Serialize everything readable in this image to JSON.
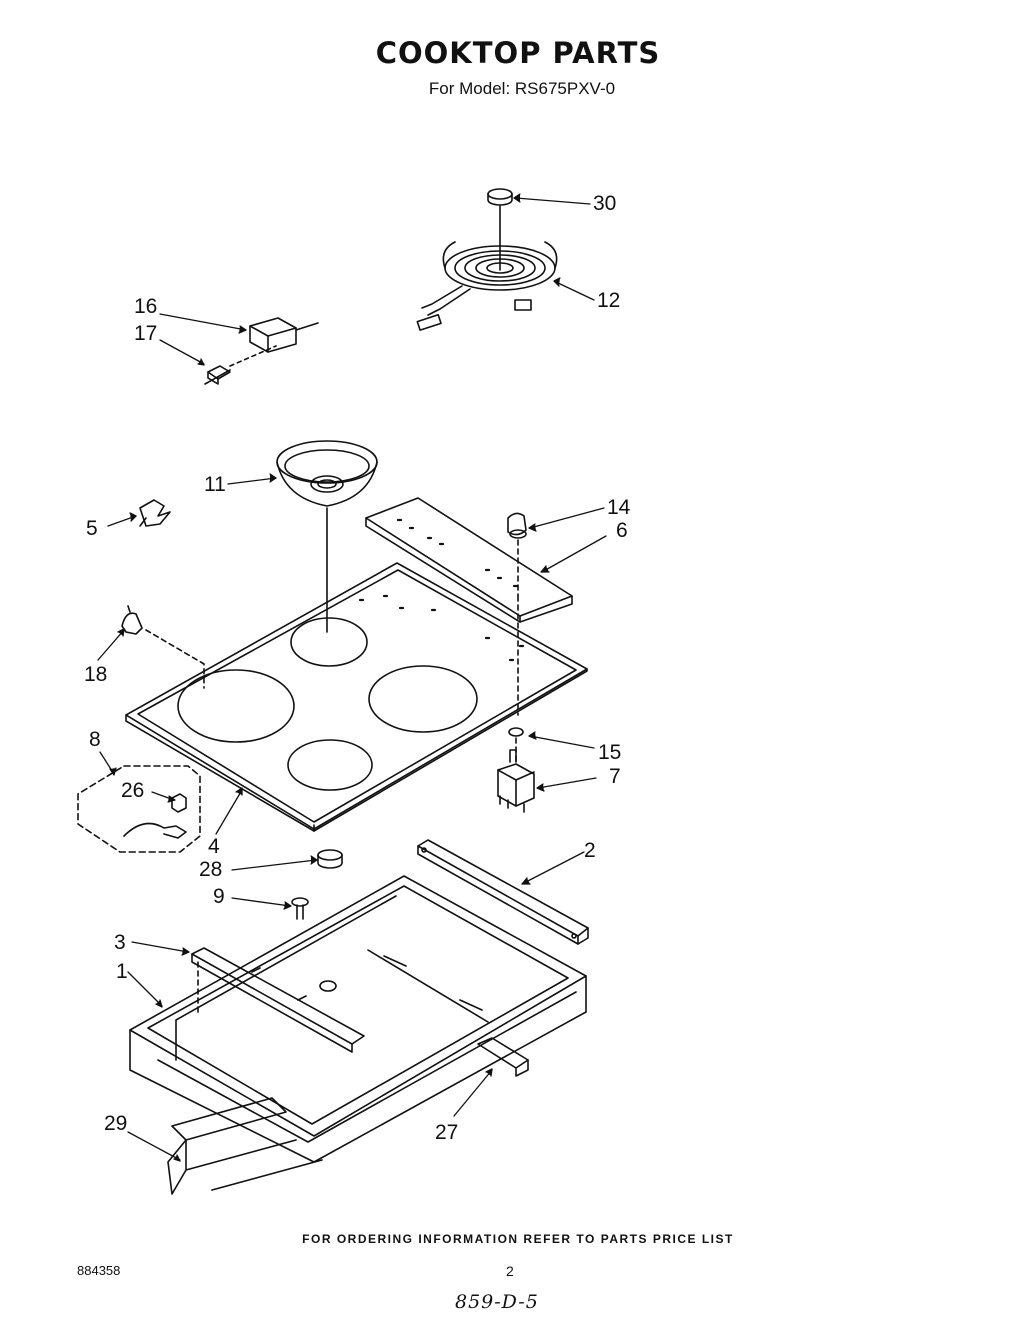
{
  "header": {
    "title": "COOKTOP PARTS",
    "subtitle": "For Model: RS675PXV-0"
  },
  "callouts": [
    {
      "id": "30",
      "label": "30"
    },
    {
      "id": "12",
      "label": "12"
    },
    {
      "id": "16",
      "label": "16"
    },
    {
      "id": "17",
      "label": "17"
    },
    {
      "id": "11",
      "label": "11"
    },
    {
      "id": "14",
      "label": "14"
    },
    {
      "id": "6",
      "label": "6"
    },
    {
      "id": "5",
      "label": "5"
    },
    {
      "id": "18",
      "label": "18"
    },
    {
      "id": "15",
      "label": "15"
    },
    {
      "id": "7",
      "label": "7"
    },
    {
      "id": "8",
      "label": "8"
    },
    {
      "id": "26",
      "label": "26"
    },
    {
      "id": "4",
      "label": "4"
    },
    {
      "id": "2",
      "label": "2"
    },
    {
      "id": "28",
      "label": "28"
    },
    {
      "id": "9",
      "label": "9"
    },
    {
      "id": "3",
      "label": "3"
    },
    {
      "id": "1",
      "label": "1"
    },
    {
      "id": "29",
      "label": "29"
    },
    {
      "id": "27",
      "label": "27"
    }
  ],
  "footer": {
    "ordering_note": "FOR ORDERING INFORMATION REFER TO PARTS PRICE LIST",
    "doc_number": "884358",
    "page_number": "2",
    "handwritten": "859-D-5"
  }
}
